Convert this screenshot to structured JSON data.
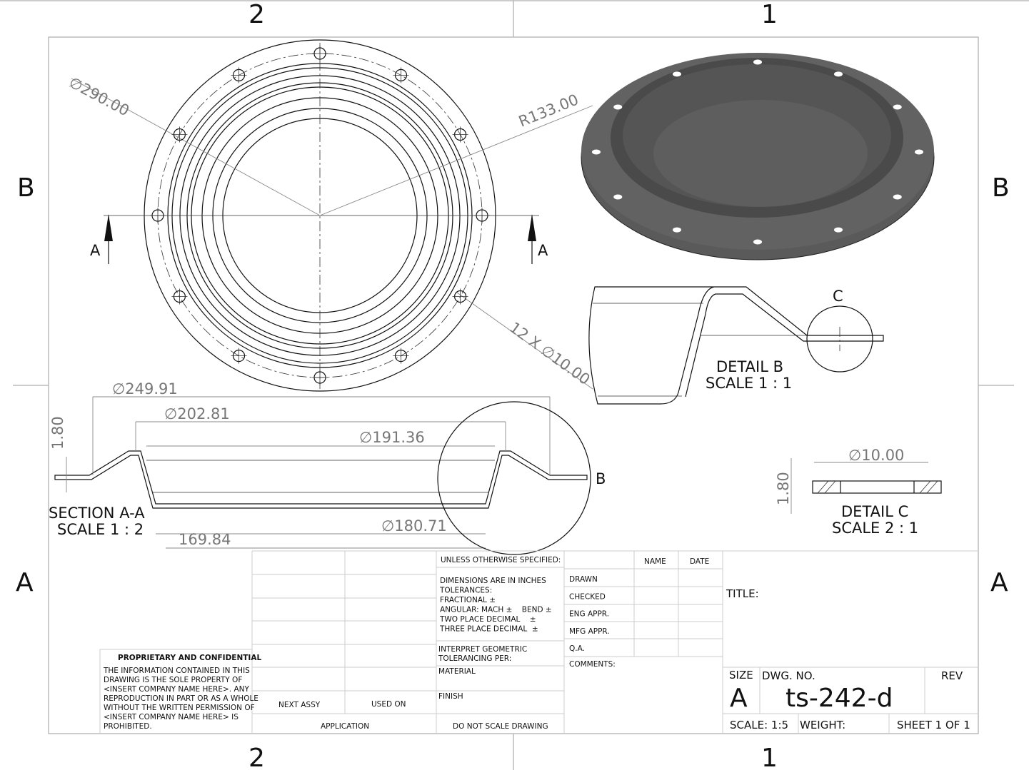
{
  "zones": {
    "col_left": "2",
    "col_right": "1",
    "row_top": "B",
    "row_bottom": "A"
  },
  "views": {
    "top": {
      "dia_outer": "∅290.00",
      "radius": "R133.00",
      "holes": "12 X ∅10.00",
      "section_mark": "A"
    },
    "section": {
      "title": "SECTION A-A",
      "scale": "SCALE 1 : 2",
      "d1": "∅249.91",
      "d2": "∅202.81",
      "d3": "∅191.36",
      "d4": "∅180.71",
      "d5": "169.84",
      "thickness": "1.80",
      "detail_mark": "B"
    },
    "detail_b": {
      "title": "DETAIL B",
      "scale": "SCALE 1 : 1",
      "detail_mark": "C"
    },
    "detail_c": {
      "title": "DETAIL C",
      "scale": "SCALE 2 : 1",
      "dia": "∅10.00",
      "thickness": "1.80"
    }
  },
  "colors": {
    "iso_fill": "#5a5a5a",
    "iso_dark": "#3e3e3e",
    "frame": "#bbbbbb"
  },
  "title_block": {
    "proprietary_title": "PROPRIETARY AND CONFIDENTIAL",
    "proprietary_lines": [
      "THE INFORMATION CONTAINED IN THIS",
      "DRAWING IS THE SOLE PROPERTY OF",
      "<INSERT COMPANY NAME HERE>.  ANY",
      "REPRODUCTION IN PART OR AS A WHOLE",
      "WITHOUT THE WRITTEN PERMISSION OF",
      "<INSERT COMPANY NAME HERE> IS",
      "PROHIBITED."
    ],
    "next_assy": "NEXT ASSY",
    "used_on": "USED ON",
    "application": "APPLICATION",
    "unless": "UNLESS OTHERWISE SPECIFIED:",
    "tolerance_lines": [
      "DIMENSIONS ARE IN INCHES",
      "TOLERANCES:",
      "FRACTIONAL ±",
      "ANGULAR: MACH ±    BEND ±",
      "TWO PLACE DECIMAL    ±",
      "THREE PLACE DECIMAL  ±"
    ],
    "interpret": [
      "INTERPRET GEOMETRIC",
      "TOLERANCING PER:"
    ],
    "material": "MATERIAL",
    "finish": "FINISH",
    "do_not_scale": "DO NOT SCALE DRAWING",
    "name": "NAME",
    "date": "DATE",
    "roles": [
      "DRAWN",
      "CHECKED",
      "ENG APPR.",
      "MFG APPR.",
      "Q.A."
    ],
    "comments": "COMMENTS:",
    "title_label": "TITLE:",
    "size_label": "SIZE",
    "size": "A",
    "dwg_no_label": "DWG.  NO.",
    "dwg_no": "ts-242-d",
    "rev_label": "REV",
    "scale": "SCALE: 1:5",
    "weight": "WEIGHT:",
    "sheet": "SHEET 1 OF 1"
  }
}
